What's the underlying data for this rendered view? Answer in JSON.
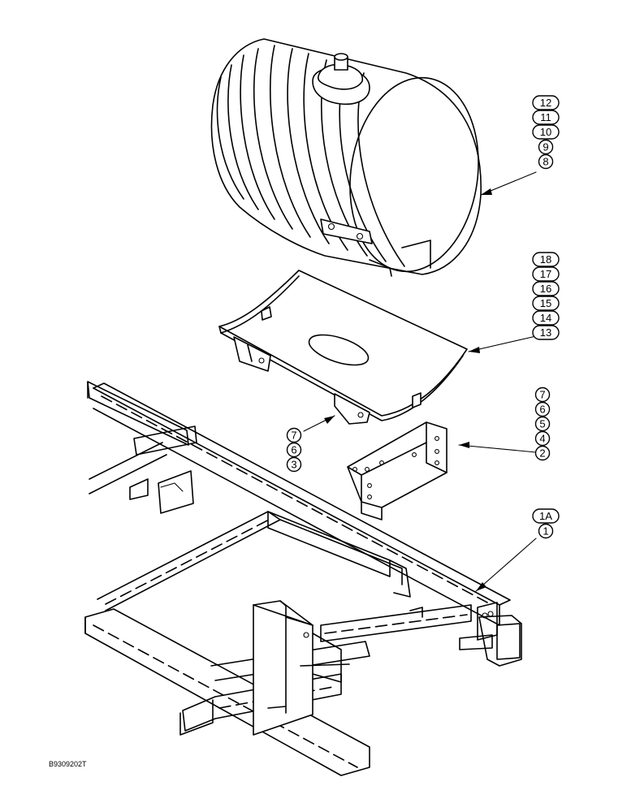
{
  "callouts": {
    "tank": [
      "12",
      "11",
      "10",
      "9",
      "8"
    ],
    "cradle": [
      "18",
      "17",
      "16",
      "15",
      "14",
      "13"
    ],
    "bracket": [
      "7",
      "6",
      "5",
      "4",
      "2"
    ],
    "cradle_hardware": [
      "7",
      "6",
      "3"
    ],
    "frame": [
      "1A",
      "1"
    ]
  },
  "drawing_code": "B9309202T"
}
